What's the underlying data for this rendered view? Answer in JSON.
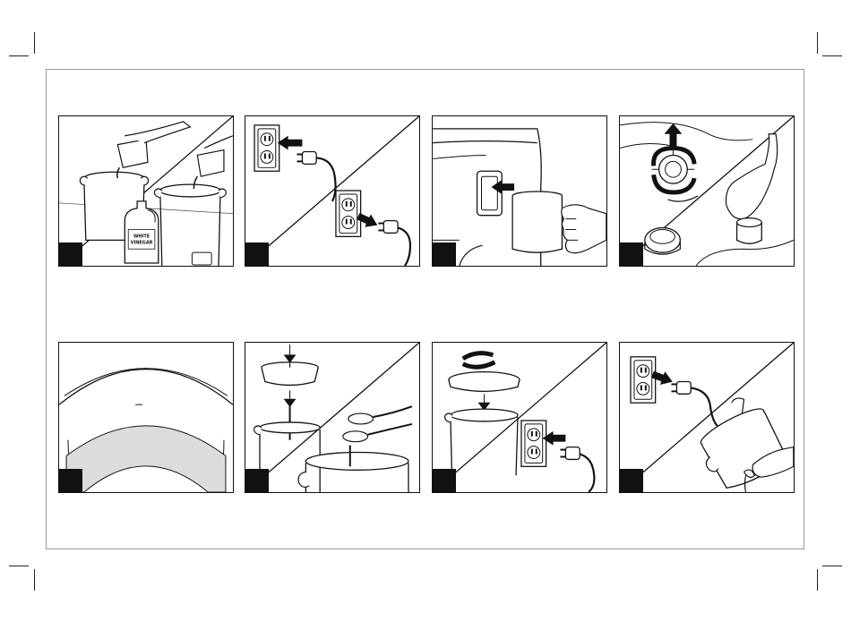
{
  "panels": [
    {
      "id": 1,
      "bottle_label_line1": "WHITE",
      "bottle_label_line2": "VINEGAR"
    },
    {
      "id": 2
    },
    {
      "id": 3
    },
    {
      "id": 4
    },
    {
      "id": 5
    },
    {
      "id": 6
    },
    {
      "id": 7
    },
    {
      "id": 8
    }
  ],
  "icons": [
    "outlet-icon",
    "plug-icon",
    "arrow-icon",
    "mug-icon",
    "faucet-icon",
    "spoon-icon",
    "rotate-arrow-icon"
  ]
}
